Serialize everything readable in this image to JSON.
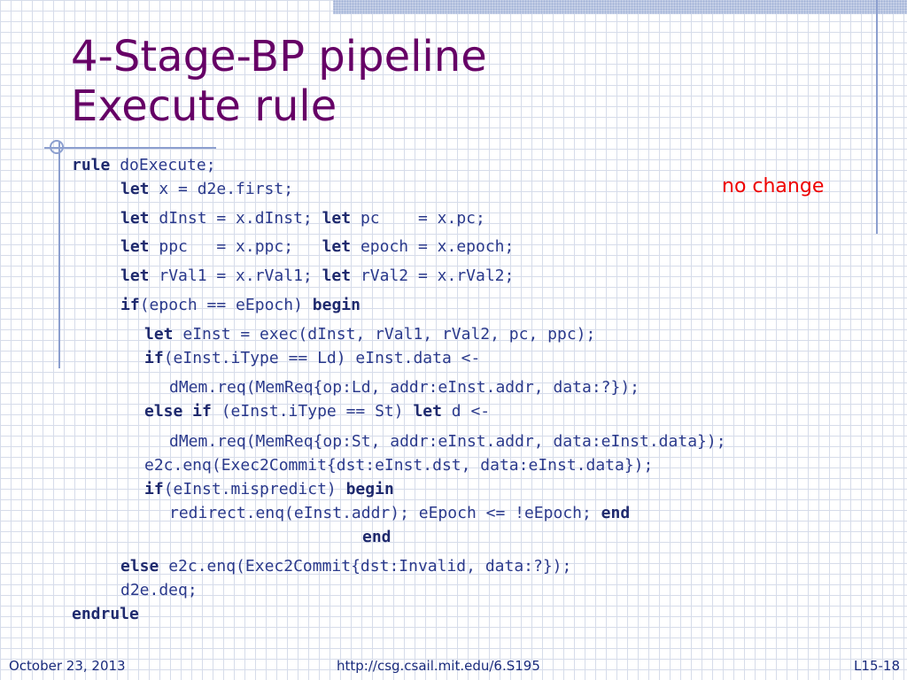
{
  "title": {
    "line1": "4-Stage-BP pipeline",
    "line2": "Execute rule"
  },
  "note": "no change",
  "code": [
    [
      {
        "t": "rule",
        "k": true
      },
      {
        "t": " doExecute;"
      }
    ],
    [
      {
        "t": "let",
        "k": true
      },
      {
        "t": " x = d2e.first;"
      }
    ],
    [
      {
        "t": "let",
        "k": true
      },
      {
        "t": " dInst = x.dInst; "
      },
      {
        "t": "let",
        "k": true
      },
      {
        "t": " pc    = x.pc;"
      }
    ],
    [
      {
        "t": "let",
        "k": true
      },
      {
        "t": " ppc   = x.ppc;   "
      },
      {
        "t": "let",
        "k": true
      },
      {
        "t": " epoch = x.epoch;"
      }
    ],
    [
      {
        "t": "let",
        "k": true
      },
      {
        "t": " rVal1 = x.rVal1; "
      },
      {
        "t": "let",
        "k": true
      },
      {
        "t": " rVal2 = x.rVal2;"
      }
    ],
    [
      {
        "t": "if",
        "k": true
      },
      {
        "t": "(epoch == eEpoch) "
      },
      {
        "t": "begin",
        "k": true
      }
    ],
    [
      {
        "t": "let",
        "k": true
      },
      {
        "t": " eInst = exec(dInst, rVal1, rVal2, pc, ppc);"
      }
    ],
    [
      {
        "t": "if",
        "k": true
      },
      {
        "t": "(eInst.iType == Ld) eInst.data <-"
      }
    ],
    [
      {
        "t": "dMem.req(MemReq{op:Ld, addr:eInst.addr, data:?});"
      }
    ],
    [
      {
        "t": "else if",
        "k": true
      },
      {
        "t": " (eInst.iType == St) "
      },
      {
        "t": "let",
        "k": true
      },
      {
        "t": " d <-"
      }
    ],
    [
      {
        "t": "dMem.req(MemReq{op:St, addr:eInst.addr, data:eInst.data});"
      }
    ],
    [
      {
        "t": "e2c.enq(Exec2Commit{dst:eInst.dst, data:eInst.data});"
      }
    ],
    [
      {
        "t": "if",
        "k": true
      },
      {
        "t": "(eInst.mispredict) "
      },
      {
        "t": "begin",
        "k": true
      }
    ],
    [
      {
        "t": "redirect.enq(eInst.addr); eEpoch <= !eEpoch; "
      },
      {
        "t": "end",
        "k": true
      }
    ],
    [
      {
        "t": "end",
        "k": true
      }
    ],
    [
      {
        "t": "else",
        "k": true
      },
      {
        "t": " e2c.enq(Exec2Commit{dst:Invalid, data:?});"
      }
    ],
    [
      {
        "t": "d2e.deq;"
      }
    ],
    [
      {
        "t": "endrule",
        "k": true
      }
    ]
  ],
  "footer": {
    "date": "October 23, 2013",
    "url": "http://csg.csail.mit.edu/6.S195",
    "slide": "L15-18"
  }
}
